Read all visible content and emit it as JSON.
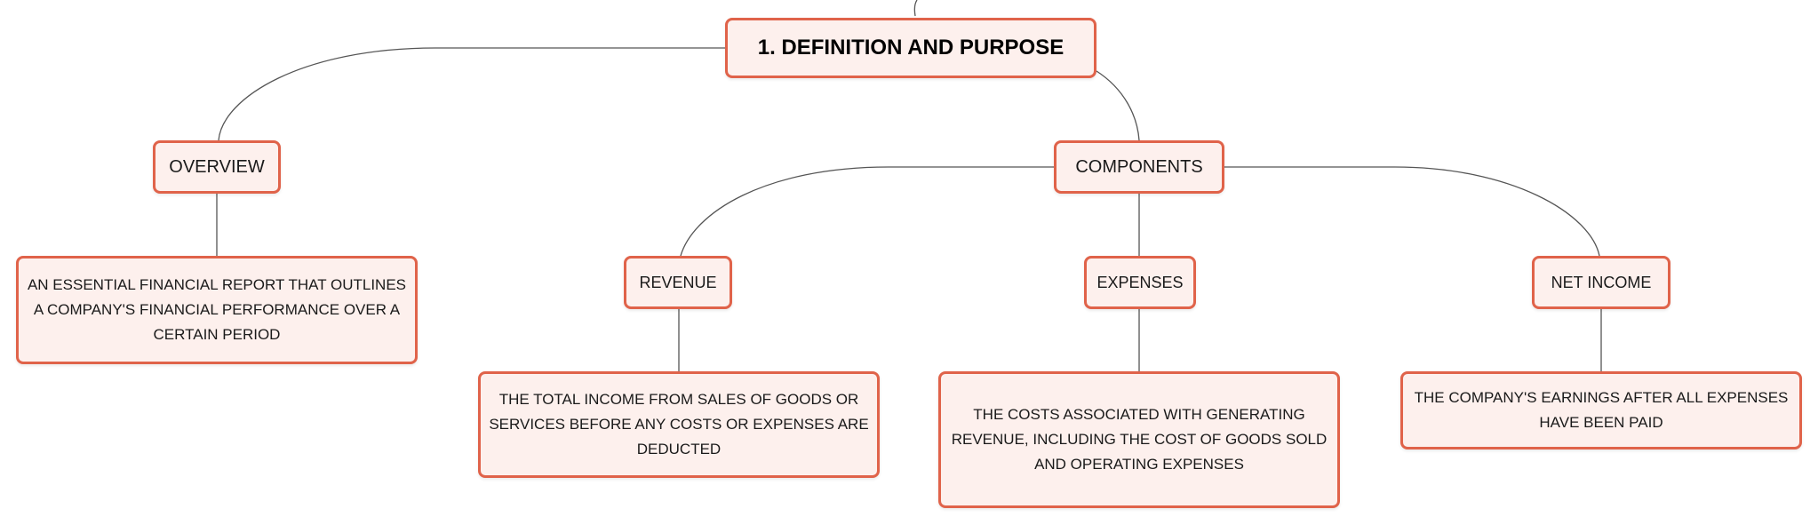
{
  "root": {
    "label": "1. DEFINITION AND PURPOSE"
  },
  "overview": {
    "label": "OVERVIEW",
    "description": "AN ESSENTIAL FINANCIAL REPORT THAT OUTLINES A COMPANY'S FINANCIAL PERFORMANCE OVER A CERTAIN PERIOD"
  },
  "components": {
    "label": "COMPONENTS",
    "revenue": {
      "label": "REVENUE",
      "description": "THE TOTAL INCOME FROM SALES OF GOODS OR SERVICES BEFORE ANY COSTS OR EXPENSES ARE DEDUCTED"
    },
    "expenses": {
      "label": "EXPENSES",
      "description": "THE COSTS ASSOCIATED WITH GENERATING REVENUE, INCLUDING THE COST OF GOODS SOLD AND OPERATING EXPENSES"
    },
    "net_income": {
      "label": "NET INCOME",
      "description": "THE COMPANY'S EARNINGS AFTER ALL EXPENSES HAVE BEEN PAID"
    }
  },
  "colors": {
    "node_border": "#e0634a",
    "node_fill": "#fdf0ed",
    "connector": "#555555"
  }
}
